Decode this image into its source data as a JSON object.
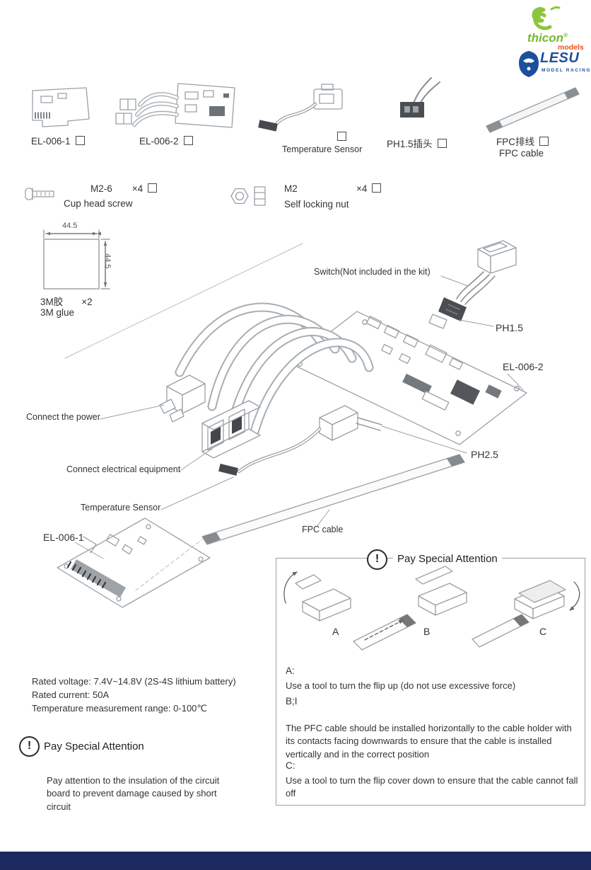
{
  "brand": {
    "thicon_name": "thicon",
    "thicon_reg": "®",
    "thicon_models": "models",
    "lesu_name": "LESU",
    "lesu_sub": "MODEL RACING"
  },
  "parts_row": {
    "el0061_label": "EL-006-1",
    "el0062_label": "EL-006-2",
    "temp_sensor_label": "Temperature Sensor",
    "ph15_label": "PH1.5插头",
    "fpc_label_cn": "FPC排线",
    "fpc_label_en": "FPC cable"
  },
  "hardware_row": {
    "screw_size": "M2-6",
    "screw_qty": "×4",
    "screw_name": "Cup head screw",
    "nut_size": "M2",
    "nut_qty": "×4",
    "nut_name": "Self locking nut"
  },
  "glue": {
    "width_dim": "44.5",
    "height_dim": "44.5",
    "label_cn": "3M胶",
    "qty": "×2",
    "label_en": "3M glue"
  },
  "diagram_labels": {
    "switch": "Switch(Not included in the kit)",
    "ph15": "PH1.5",
    "el0062": "EL-006-2",
    "connect_power": "Connect the power",
    "connect_equipment": "Connect electrical equipment",
    "ph25": "PH2.5",
    "temp_sensor": "Temperature Sensor",
    "fpc_cable": "FPC cable",
    "el0061": "EL-006-1"
  },
  "specs": {
    "voltage": "Rated voltage: 7.4V~14.8V (2S-4S lithium battery)",
    "current": "Rated current: 50A",
    "temp_range": "Temperature measurement range: 0-100℃"
  },
  "attention_left": {
    "mark": "!",
    "title": "Pay Special Attention",
    "body": "Pay attention to the insulation of the circuit board to prevent damage caused by short circuit"
  },
  "attention_box": {
    "mark": "!",
    "title": "Pay Special Attention",
    "step_a_letter": "A",
    "step_b_letter": "B",
    "step_c_letter": "C",
    "a_heading": "A:",
    "a_text": "Use a tool to turn the flip up (do not use excessive force)",
    "b_heading": "B;I",
    "b_text": "The PFC cable should be installed horizontally to the cable holder with its contacts facing downwards to ensure that the cable is installed vertically and in the correct position",
    "c_heading": "C:",
    "c_text": "Use a tool to turn the flip cover down to ensure that the cable cannot fall off"
  },
  "colors": {
    "thicon_green": "#76b82a",
    "thicon_orange": "#e8501e",
    "lesu_blue": "#1d4f9c",
    "footer_navy": "#1d2a5f",
    "line_gray": "#9aa0a6"
  }
}
